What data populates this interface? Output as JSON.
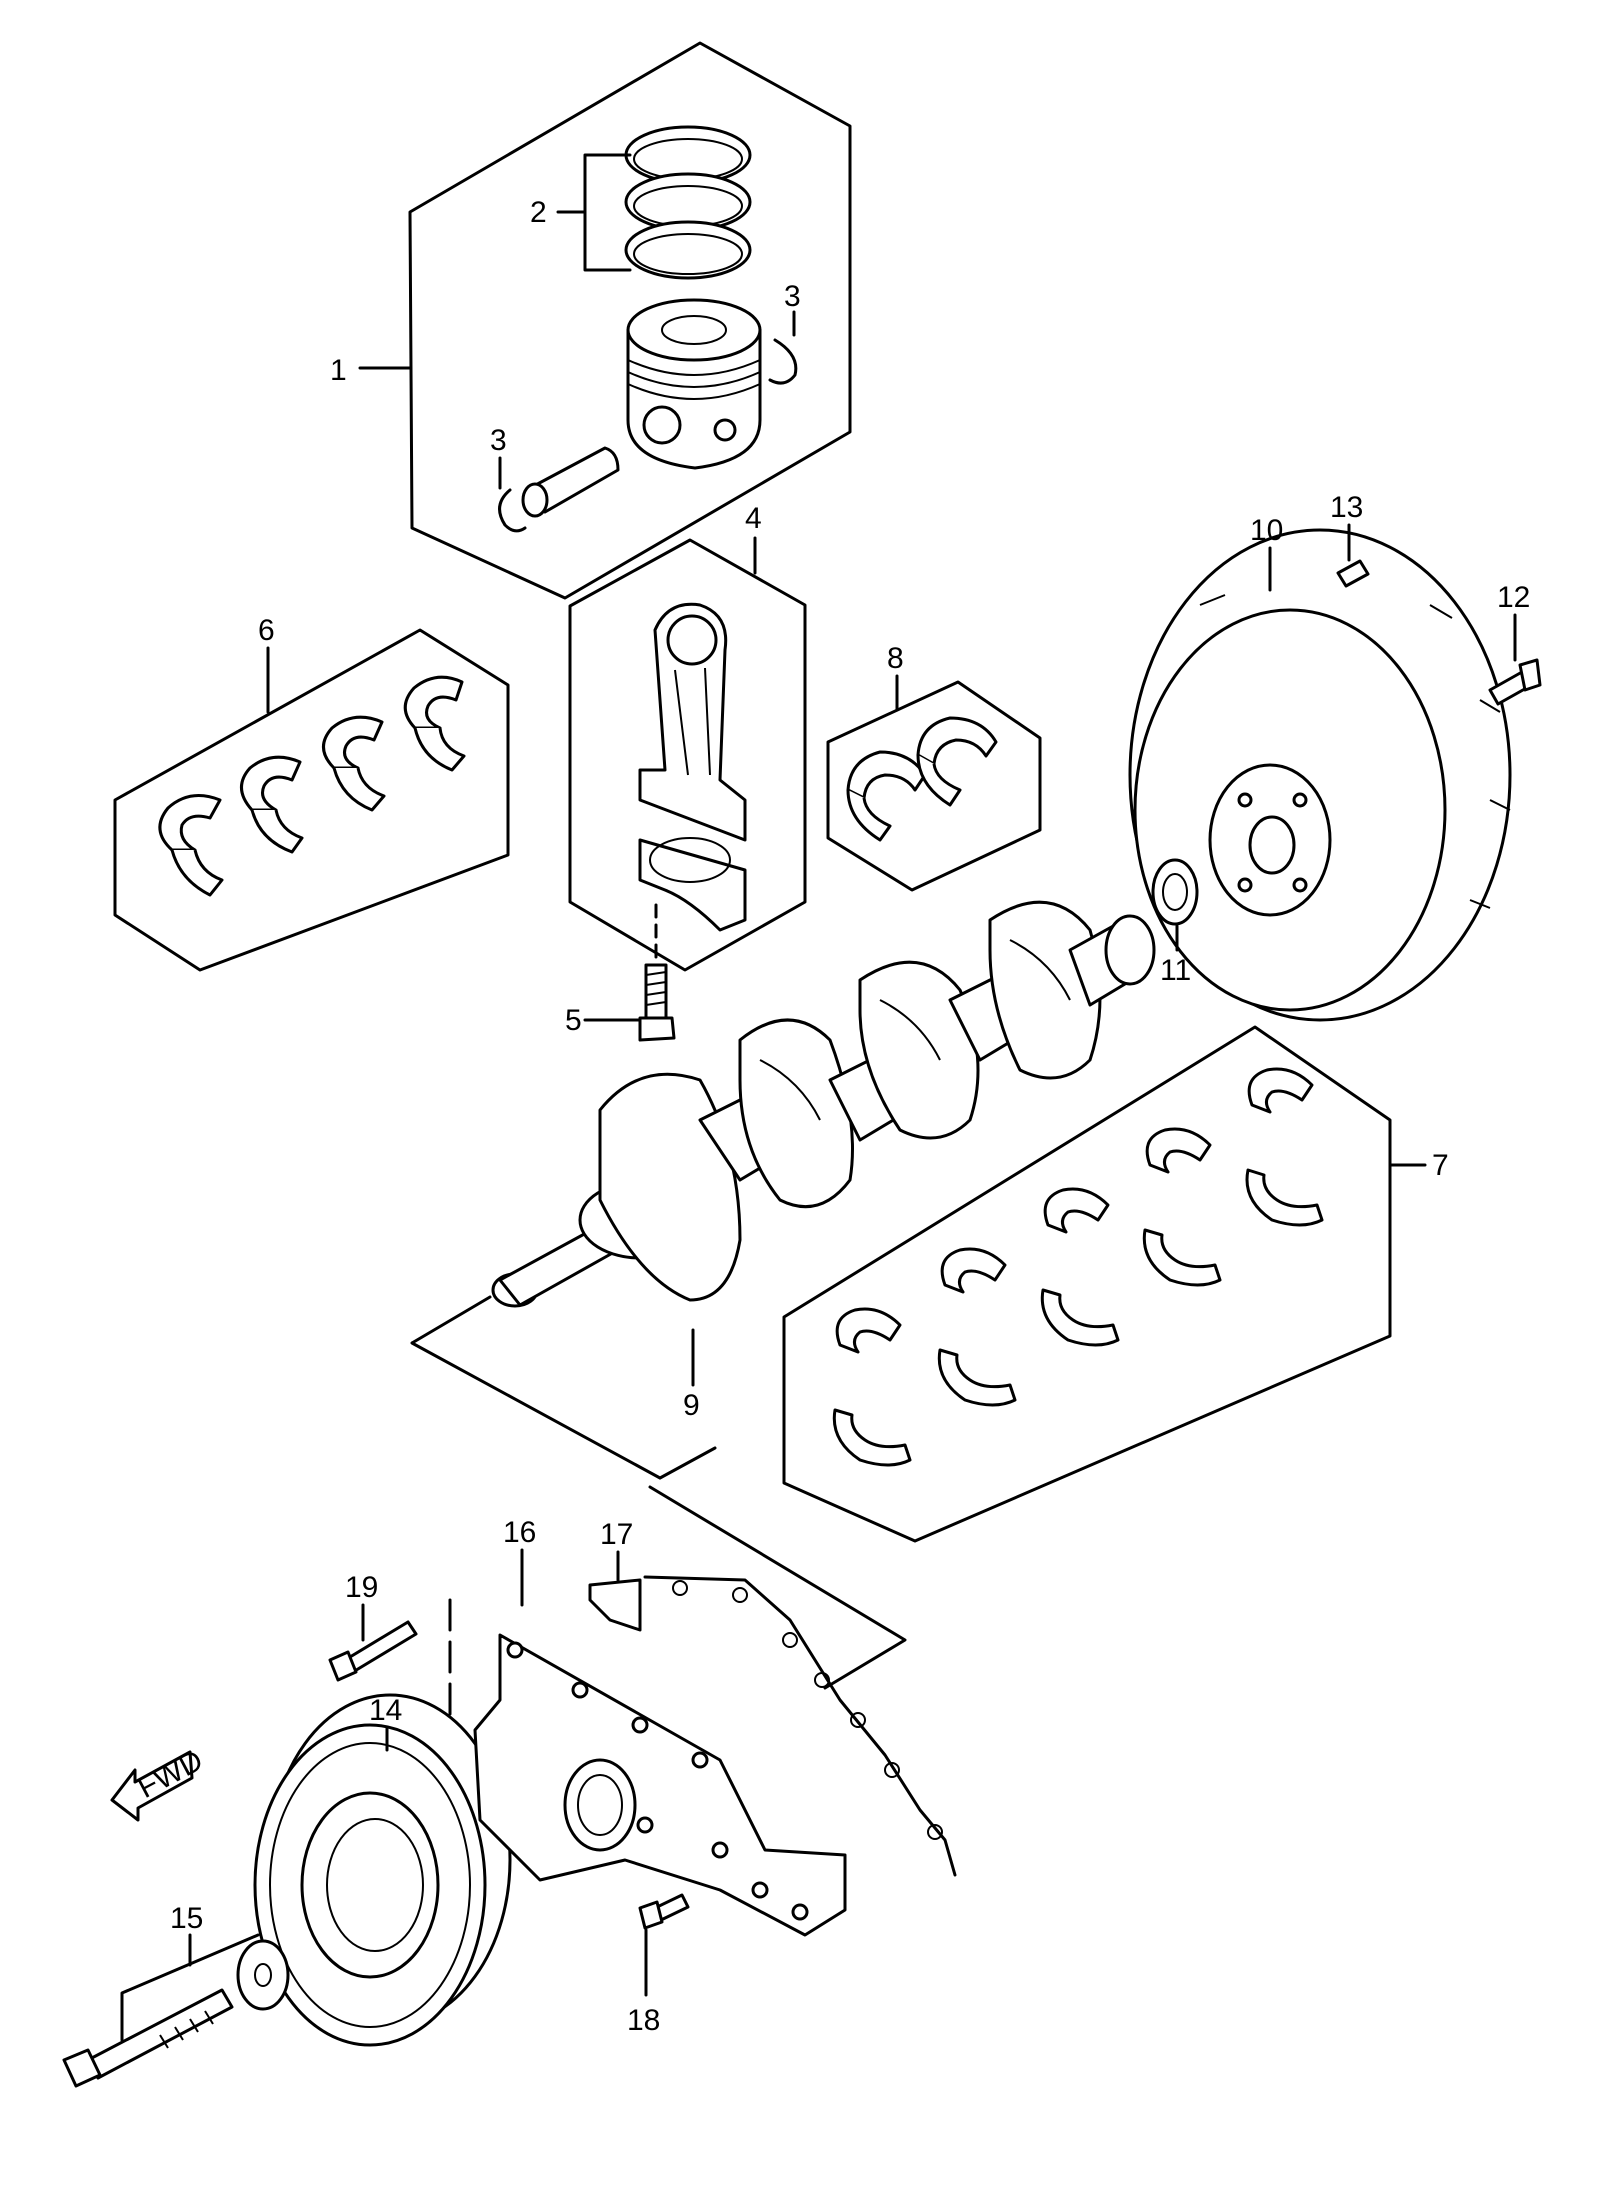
{
  "callouts": {
    "c1": "1",
    "c2": "2",
    "c3a": "3",
    "c3b": "3",
    "c4": "4",
    "c5": "5",
    "c6": "6",
    "c7": "7",
    "c8": "8",
    "c9": "9",
    "c10": "10",
    "c11": "11",
    "c12": "12",
    "c13": "13",
    "c14": "14",
    "c15": "15",
    "c16": "16",
    "c17": "17",
    "c18": "18",
    "c19": "19"
  },
  "fwd_marker": "FWD"
}
